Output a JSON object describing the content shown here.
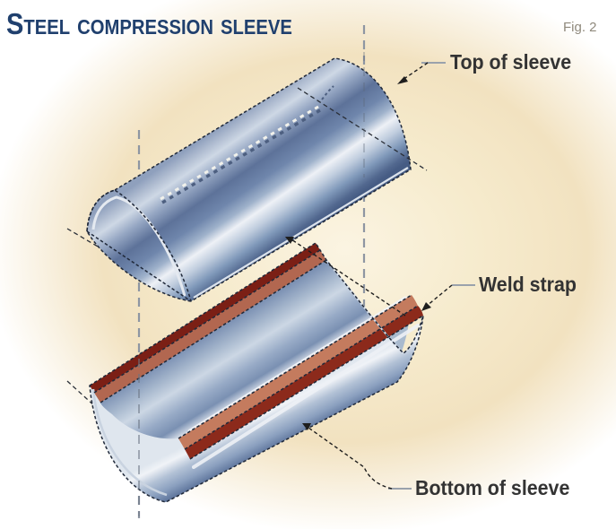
{
  "header": {
    "title": "Steel compression sleeve",
    "figure_label": "Fig. 2"
  },
  "callouts": {
    "top_of_sleeve": "Top of sleeve",
    "weld_strap": "Weld strap",
    "bottom_of_sleeve": "Bottom of sleeve"
  },
  "colors": {
    "title_navy": "#20406e",
    "label_gray": "#333333",
    "figure_label_gray": "#8f897c",
    "background_beige": "#f2e2c0",
    "steel_blue_mid": "#6f86ac",
    "steel_blue_dark": "#46597f",
    "steel_highlight": "#eef1f6",
    "weld_red_dark": "#7b1f15",
    "weld_red_front": "#8c2a1b",
    "weld_salmon": "#c47b5e",
    "centerline_gray": "#8e96a2",
    "outline_ink": "#20293a"
  }
}
